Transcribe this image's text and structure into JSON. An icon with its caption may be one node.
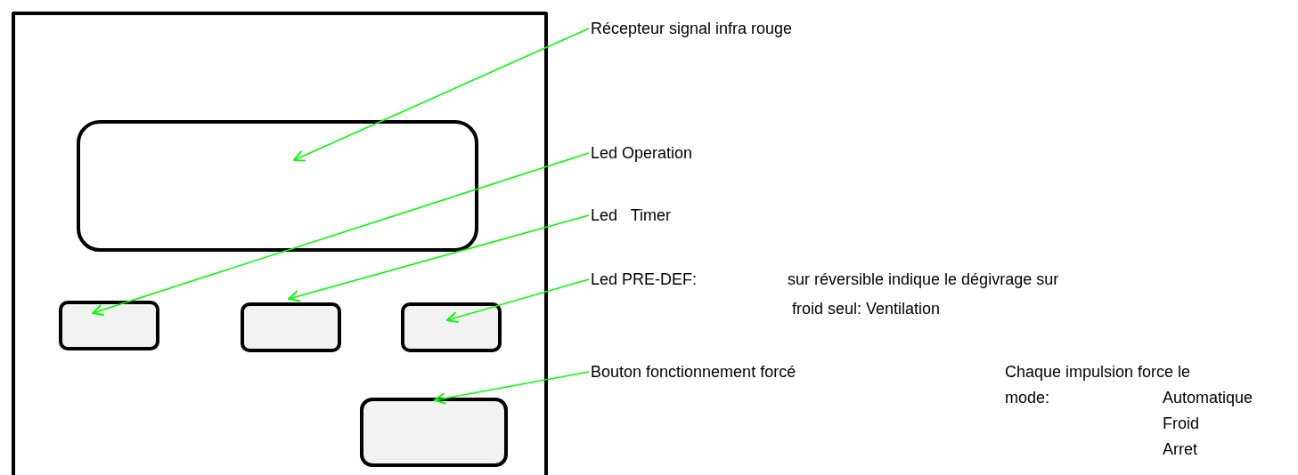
{
  "diagram": {
    "nodes": [
      {
        "text": [],
        "shape": "box"
      },
      {
        "text": [],
        "shape": "box",
        "in": 0
      },
      {
        "text": [],
        "shape": "box",
        "in": 0
      },
      {
        "text": [],
        "shape": "box",
        "in": 0
      },
      {
        "text": [],
        "shape": "box",
        "in": 0
      },
      {
        "text": [],
        "shape": "box",
        "in": 0
      },
      {
        "text": [
          "Récepteur signal infra rouge"
        ]
      },
      {
        "text": [
          "Led Operation"
        ]
      },
      {
        "text": [
          "Led   Timer"
        ]
      },
      {
        "text": [
          "Led PRE-DEF:",
          "sur réversible indique le dégivrage sur froid seul: Ventilation"
        ]
      },
      {
        "text": [
          "Bouton fonctionnement forcé"
        ]
      }
    ],
    "edges": [
      {
        "from": 6,
        "to": 1,
        "arrow": "to"
      },
      {
        "from": 7,
        "to": 2,
        "arrow": "to"
      },
      {
        "from": 8,
        "to": 3,
        "arrow": "to"
      },
      {
        "from": 9,
        "to": 4,
        "arrow": "to"
      },
      {
        "from": 10,
        "to": 5,
        "arrow": "to"
      }
    ],
    "labels": [
      "Chaque impulsion force le mode:",
      "Automatique",
      "Froid",
      "Arret"
    ]
  }
}
